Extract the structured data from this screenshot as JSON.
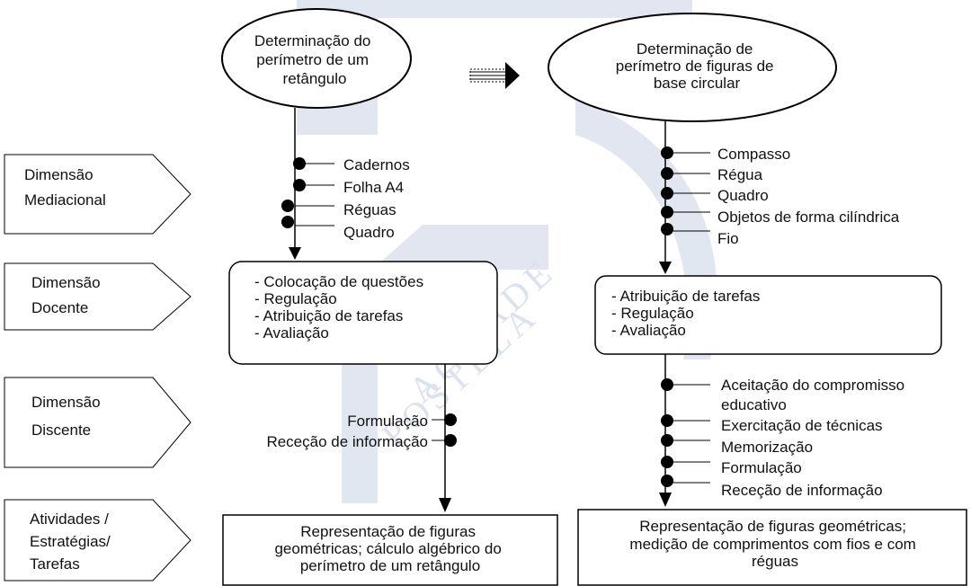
{
  "left_column": {
    "title_lines": [
      "Determinação do",
      "perímetro de um",
      "retângulo"
    ],
    "mediacional": [
      "Cadernos",
      "Folha A4",
      "Réguas",
      "Quadro"
    ],
    "docente": [
      "- Colocação de questões",
      "- Regulação",
      "- Atribuição de tarefas",
      "- Avaliação"
    ],
    "discente": [
      "Formulação",
      "Receção de informação"
    ],
    "atividades": [
      "Representação de figuras",
      "geométricas; cálculo algébrico do",
      "perímetro de um retângulo"
    ]
  },
  "right_column": {
    "title_lines": [
      "Determinação de",
      "perímetro de figuras de",
      "base circular"
    ],
    "mediacional": [
      "Compasso",
      "Régua",
      "Quadro",
      "Objetos de forma cilíndrica",
      "Fio"
    ],
    "docente": [
      "- Atribuição de tarefas",
      "- Regulação",
      "- Avaliação"
    ],
    "discente": [
      "Aceitação do compromisso",
      "educativo",
      "Exercitação de técnicas",
      "Memorização",
      "Formulação",
      "Receção de informação"
    ],
    "atividades": [
      "Representação de figuras geométricas;",
      "medição de comprimentos com fios e com",
      "réguas"
    ]
  },
  "dimensions": {
    "mediacional": [
      "Dimensão",
      "Mediacional"
    ],
    "docente": [
      "Dimensão",
      "Docente"
    ],
    "discente": [
      "Dimensão",
      "Discente"
    ],
    "atividades": [
      "Atividades /",
      "Estratégias/",
      "Tarefas"
    ]
  },
  "watermark": [
    "DADE",
    "AGO",
    "POSTELA"
  ]
}
